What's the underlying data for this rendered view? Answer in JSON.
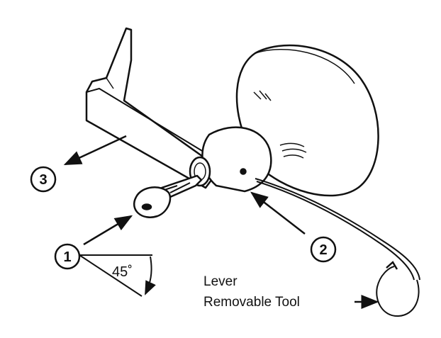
{
  "callouts": [
    {
      "number": "1"
    },
    {
      "number": "2"
    },
    {
      "number": "3"
    }
  ],
  "angle_label": "45˚",
  "tool_label": {
    "line1": "Lever",
    "line2": "Removable Tool"
  },
  "colors": {
    "stroke": "#111111",
    "background": "#ffffff"
  }
}
